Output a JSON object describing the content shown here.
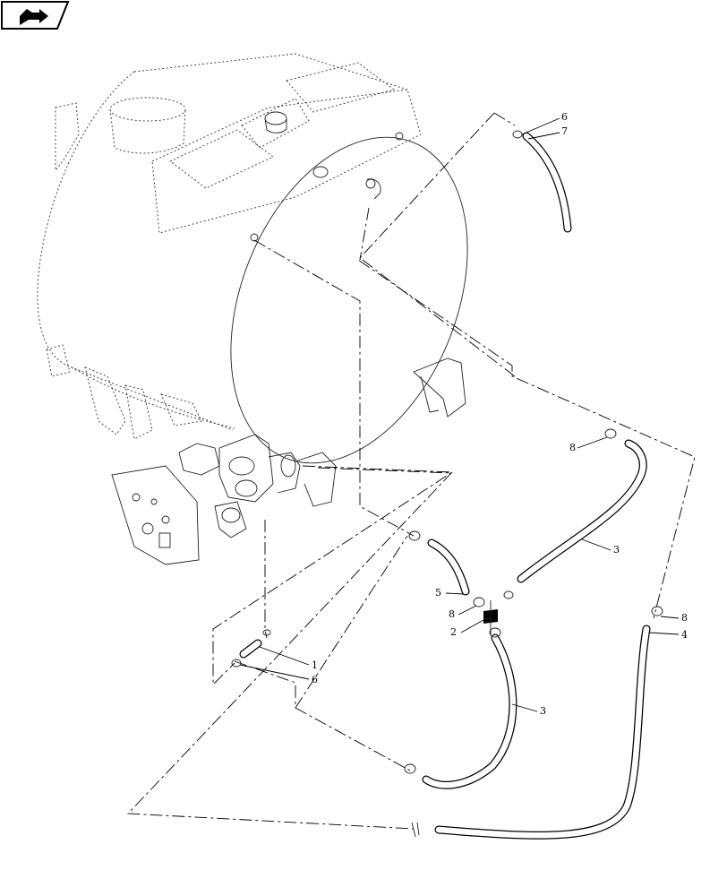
{
  "nav_badge": {
    "icon": "forward-arrow-icon"
  },
  "callouts": [
    {
      "id": "c1",
      "text": "6"
    },
    {
      "id": "c2",
      "text": "7"
    },
    {
      "id": "c3",
      "text": "8"
    },
    {
      "id": "c4",
      "text": "3"
    },
    {
      "id": "c5",
      "text": "5"
    },
    {
      "id": "c6",
      "text": "8"
    },
    {
      "id": "c7",
      "text": "2"
    },
    {
      "id": "c8",
      "text": "8"
    },
    {
      "id": "c9",
      "text": "4"
    },
    {
      "id": "c10",
      "text": "1"
    },
    {
      "id": "c11",
      "text": "6"
    },
    {
      "id": "c12",
      "text": "3"
    }
  ],
  "colors": {
    "line": "#000000",
    "background": "#ffffff"
  }
}
